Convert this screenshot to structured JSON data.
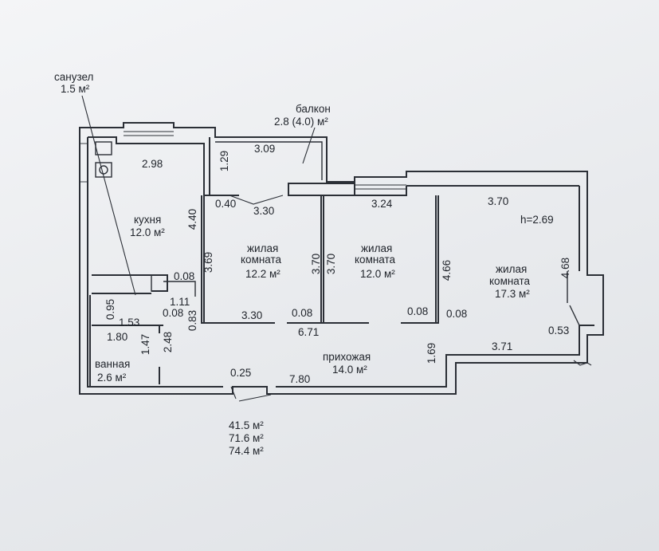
{
  "rooms": {
    "sanuzel": {
      "name": "санузел",
      "area": "1.5 м²"
    },
    "balkon": {
      "name": "балкон",
      "area": "2.8 (4.0) м²"
    },
    "kukhnya": {
      "name": "кухня",
      "area": "12.0 м²"
    },
    "room1": {
      "name1": "жилая",
      "name2": "комната",
      "area": "12.2 м²"
    },
    "room2": {
      "name1": "жилая",
      "name2": "комната",
      "area": "12.0 м²"
    },
    "room3": {
      "name1": "жилая",
      "name2": "комната",
      "area": "17.3 м²"
    },
    "vannaya": {
      "name": "ванная",
      "area": "2.6 м²"
    },
    "prikhozhaya": {
      "name": "прихожая",
      "area": "14.0 м²"
    }
  },
  "ceiling_height": "h=2.69",
  "dimensions": {
    "d_2_98": "2.98",
    "d_1_29": "1.29",
    "d_3_09": "3.09",
    "d_4_40": "4.40",
    "d_0_40": "0.40",
    "d_3_30_top": "3.30",
    "d_3_24": "3.24",
    "d_3_70_top": "3.70",
    "d_3_69": "3.69",
    "d_3_70_a": "3.70",
    "d_3_70_b": "3.70",
    "d_4_66": "4.66",
    "d_4_68": "4.68",
    "d_0_08_a": "0.08",
    "d_1_11": "1.11",
    "d_0_95": "0.95",
    "d_1_53": "1.53",
    "d_0_08_b": "0.08",
    "d_0_83": "0.83",
    "d_3_30_bottom": "3.30",
    "d_0_08_c": "0.08",
    "d_6_71": "6.71",
    "d_0_08_d": "0.08",
    "d_0_08_e": "0.08",
    "d_0_53": "0.53",
    "d_1_80": "1.80",
    "d_1_47": "1.47",
    "d_2_48": "2.48",
    "d_1_69": "1.69",
    "d_3_71": "3.71",
    "d_0_25": "0.25",
    "d_7_80": "7.80"
  },
  "totals": {
    "living": "41.5 м²",
    "total": "71.6 м²",
    "total_with_balcony": "74.4 м²"
  }
}
